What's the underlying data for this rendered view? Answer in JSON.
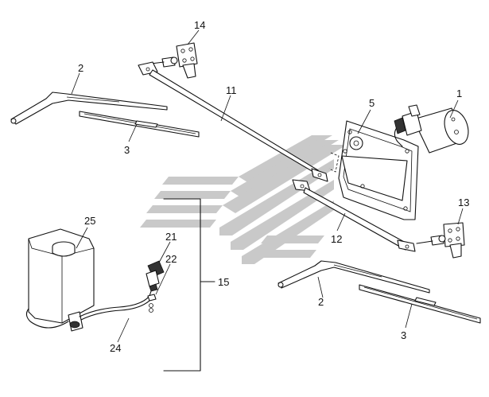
{
  "callouts": [
    {
      "id": "c1",
      "text": "1"
    },
    {
      "id": "c2a",
      "text": "2"
    },
    {
      "id": "c2b",
      "text": "2"
    },
    {
      "id": "c3a",
      "text": "3"
    },
    {
      "id": "c3b",
      "text": "3"
    },
    {
      "id": "c5",
      "text": "5"
    },
    {
      "id": "c11",
      "text": "11"
    },
    {
      "id": "c12",
      "text": "12"
    },
    {
      "id": "c13",
      "text": "13"
    },
    {
      "id": "c14",
      "text": "14"
    },
    {
      "id": "c15",
      "text": "15"
    },
    {
      "id": "c21",
      "text": "21"
    },
    {
      "id": "c22",
      "text": "22"
    },
    {
      "id": "c24",
      "text": "24"
    },
    {
      "id": "c25",
      "text": "25"
    }
  ],
  "colors": {
    "line": "#111111",
    "watermark": "#c9c9c9",
    "background": "#ffffff"
  }
}
